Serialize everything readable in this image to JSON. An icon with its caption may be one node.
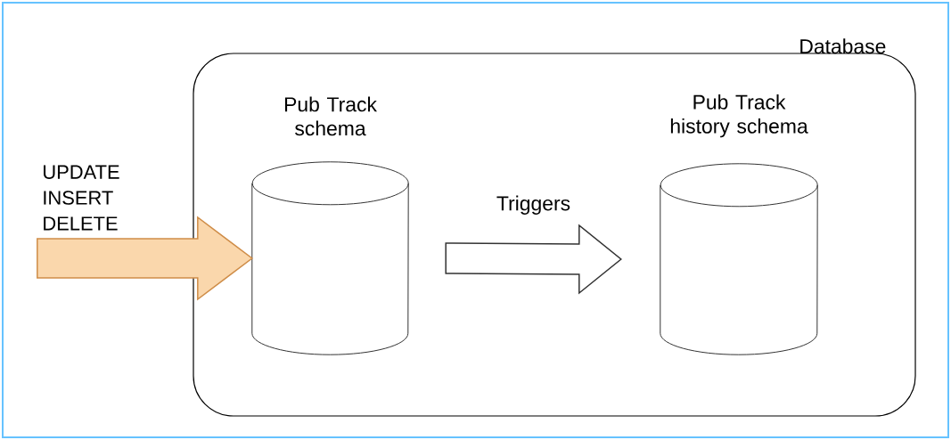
{
  "diagram": {
    "nodes": [
      {
        "text": [
          "Database"
        ]
      },
      {
        "text": [
          "Pub Track schema"
        ],
        "in": 0
      },
      {
        "text": [
          "Pub Track history schema"
        ],
        "in": 0
      }
    ],
    "edges": [
      {
        "from": null,
        "to": 1,
        "arrow": "to",
        "label": "UPDATE INSERT DELETE",
        "color": "#fad7ac"
      },
      {
        "from": 1,
        "to": 2,
        "arrow": "to",
        "label": "Triggers"
      }
    ]
  }
}
